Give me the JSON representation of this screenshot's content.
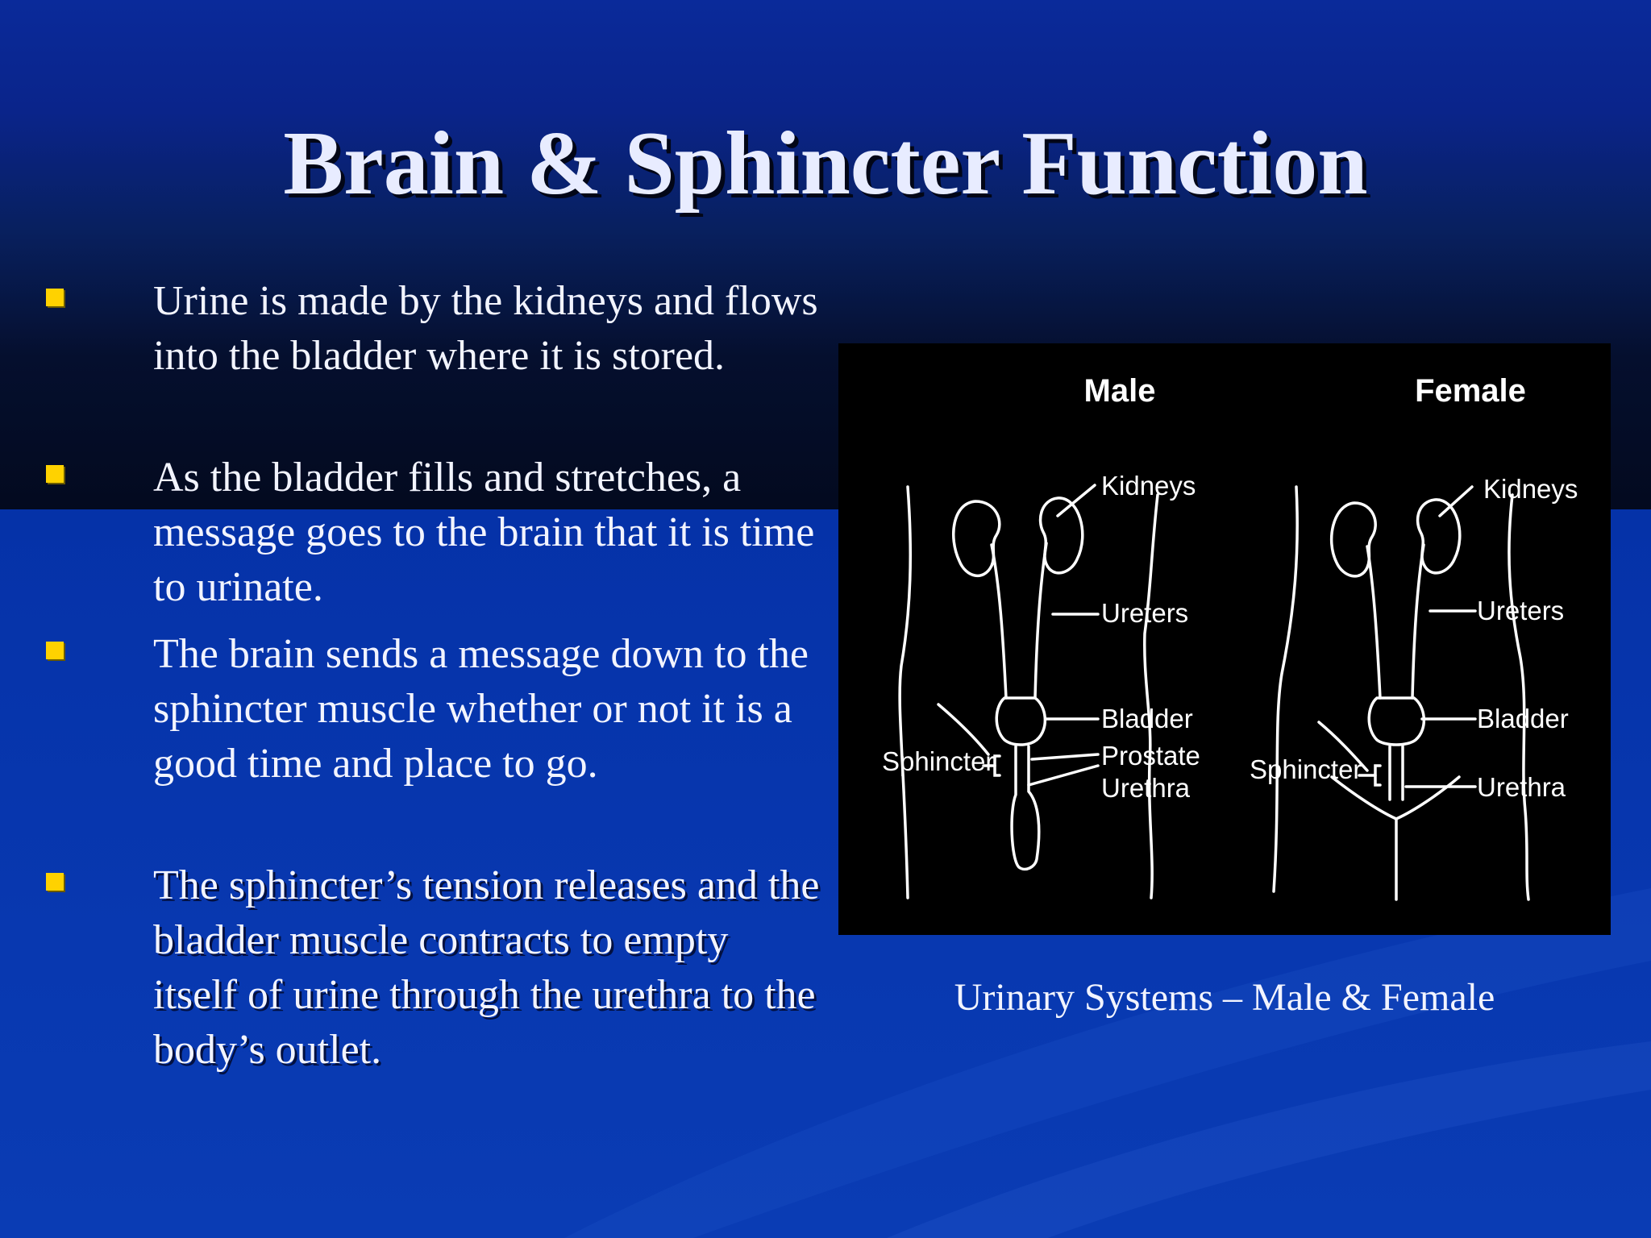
{
  "slide": {
    "title": "Brain & Sphincter Function",
    "bullets": [
      {
        "text": "Urine is made by the kidneys and flows into the bladder where it is stored."
      },
      {
        "text": "As the bladder fills and stretches, a message goes to the brain that it is time to urinate."
      },
      {
        "text": "The brain sends a message down to the sphincter muscle whether or not it is a good time and place to go."
      },
      {
        "text": "The sphincter’s tension releases and the bladder muscle contracts to empty itself of urine through the urethra to the body’s outlet."
      }
    ],
    "bullet_color": "#ffd200",
    "figure": {
      "male": {
        "heading": "Male",
        "labels": {
          "kidneys": "Kidneys",
          "ureters": "Ureters",
          "bladder": "Bladder",
          "prostate": "Prostate",
          "urethra": "Urethra",
          "sphincter": "Sphincter"
        }
      },
      "female": {
        "heading": "Female",
        "labels": {
          "kidneys": "Kidneys",
          "ureters": "Ureters",
          "bladder": "Bladder",
          "urethra": "Urethra",
          "sphincter": "Sphincter"
        }
      }
    },
    "caption": "Urinary Systems – Male & Female"
  }
}
